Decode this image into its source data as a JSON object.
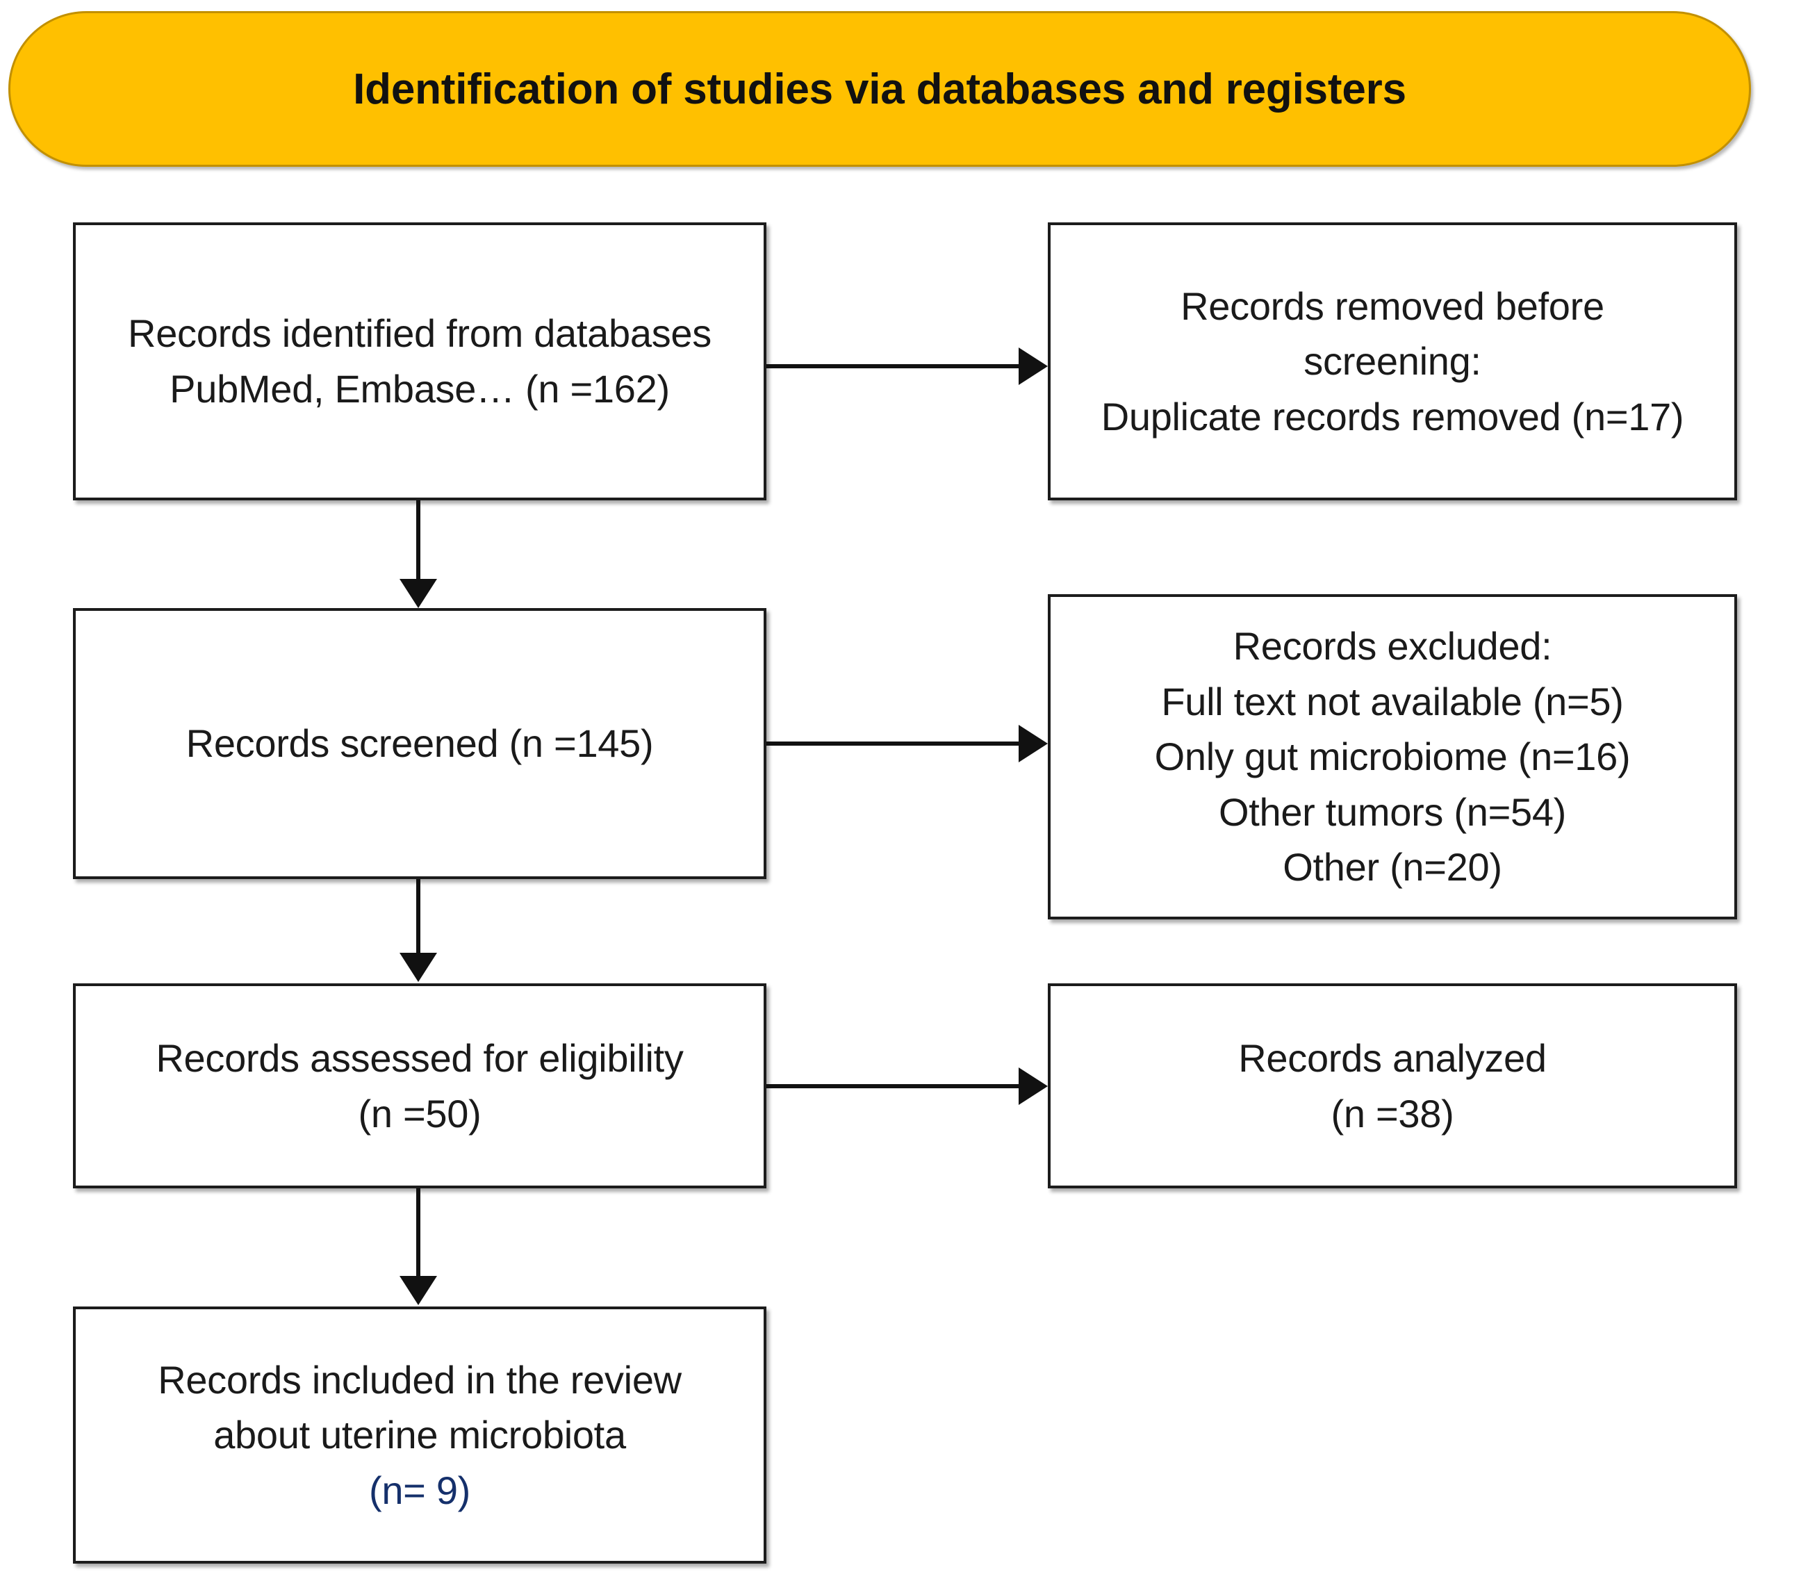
{
  "diagram": {
    "kind": "prisma-flow-diagram",
    "banner": {
      "title": "Identification of studies via databases and registers",
      "fill_color": "#FFC000",
      "text_color": "#111111"
    },
    "boxes": {
      "identified": {
        "name": "Records identified from databases",
        "lines": [
          "Records identified from databases",
          "PubMed, Embase… (n =162)"
        ],
        "count": 162
      },
      "removed": {
        "name": "Records removed before screening",
        "lines": [
          "Records removed before",
          "screening:",
          "Duplicate records removed (n=17)"
        ],
        "count": 17
      },
      "screened": {
        "name": "Records screened",
        "lines": [
          "Records screened (n =145)"
        ],
        "count": 145
      },
      "excluded": {
        "name": "Records excluded",
        "lines": [
          "Records excluded:",
          "Full text not available (n=5)",
          "Only gut microbiome (n=16)",
          "Other tumors (n=54)",
          "Other (n=20)"
        ],
        "reasons": [
          {
            "label": "Full text not available",
            "count": 5
          },
          {
            "label": "Only gut microbiome",
            "count": 16
          },
          {
            "label": "Other tumors",
            "count": 54
          },
          {
            "label": "Other",
            "count": 20
          }
        ]
      },
      "eligible": {
        "name": "Records assessed for eligibility",
        "lines": [
          "Records assessed for eligibility",
          "(n =50)"
        ],
        "count": 50
      },
      "analyzed": {
        "name": "Records analyzed",
        "lines": [
          "Records analyzed",
          "(n =38)"
        ],
        "count": 38
      },
      "included": {
        "name": "Records included in the review about uterine microbiota",
        "lines": [
          "Records included in the review",
          "about uterine microbiota"
        ],
        "count_line": "(n= 9)",
        "count": 9
      }
    },
    "connectors": [
      {
        "from": "identified",
        "to": "removed",
        "direction": "right"
      },
      {
        "from": "identified",
        "to": "screened",
        "direction": "down"
      },
      {
        "from": "screened",
        "to": "excluded",
        "direction": "right"
      },
      {
        "from": "screened",
        "to": "eligible",
        "direction": "down"
      },
      {
        "from": "eligible",
        "to": "analyzed",
        "direction": "right"
      },
      {
        "from": "eligible",
        "to": "included",
        "direction": "down"
      }
    ]
  }
}
